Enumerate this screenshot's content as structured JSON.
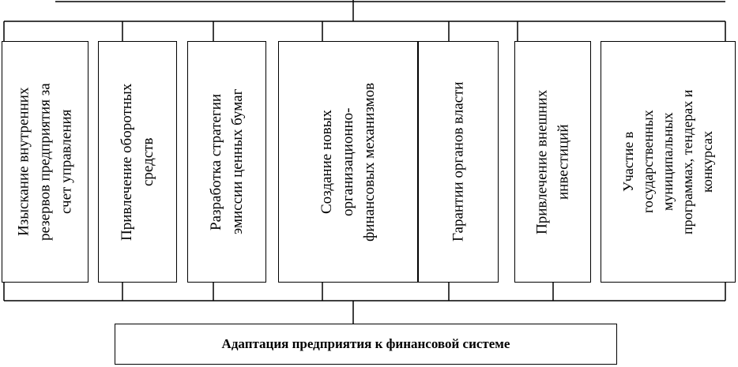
{
  "boxes": [
    {
      "lines": "Изыскание внутренних\nрезервов предприятия за\nсчет управления"
    },
    {
      "lines": "Привлечение оборотных\nсредств"
    },
    {
      "lines": "Разработка стратегии\nэмиссии ценных бумаг"
    },
    {
      "lines": "Создание новых\nорганизационно-\nфинансовых механизмов"
    },
    {
      "lines": "Гарантии органов власти"
    },
    {
      "lines": "Привлечение внешних\nинвестиций"
    },
    {
      "lines": "Участие в\nгосударственных\nмуниципальных\nпрограммах, тендерах и\nконкурсах"
    }
  ],
  "result": {
    "label": "Адаптация предприятия к финансовой системе"
  }
}
